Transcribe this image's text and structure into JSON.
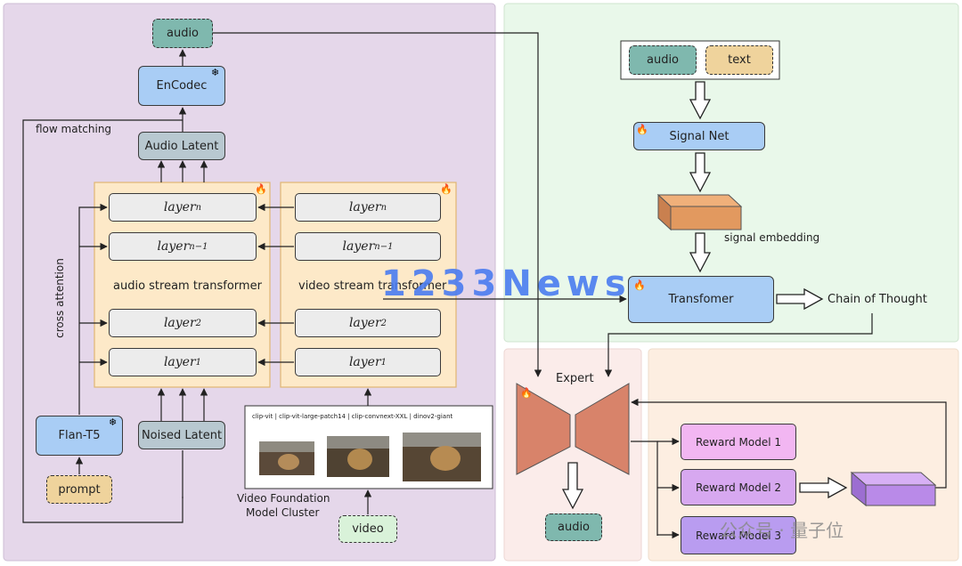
{
  "left_panel": {
    "audio_top": "audio",
    "encodec": "EnCodec",
    "flow_matching": "flow matching",
    "audio_latent": "Audio Latent",
    "cross_attention": "cross attention",
    "audio_stream": "audio stream transformer",
    "video_stream": "video stream transformer",
    "layer_word": "layer",
    "layer_subs": [
      "n",
      "n−1",
      "2",
      "1"
    ],
    "flan_t5": "Flan-T5",
    "noised_latent": "Noised Latent",
    "prompt": "prompt",
    "vfm_models": "clip-vit | clip-vit-large-patch14 | clip-convnext-XXL | dinov2-giant",
    "vfm_label_line1": "Video Foundation",
    "vfm_label_line2": "Model Cluster",
    "video": "video"
  },
  "right_panel": {
    "audio": "audio",
    "text": "text",
    "signal_net": "Signal Net",
    "signal_embedding": "signal embedding",
    "transformer": "Transfomer",
    "chain_of_thought": "Chain of Thought",
    "expert": "Expert",
    "audio_out": "audio",
    "reward_models": [
      "Reward Model 1",
      "Reward Model 2",
      "Reward Model 3"
    ]
  },
  "watermarks": {
    "center": "1233News",
    "corner": "公众号 · 量子位"
  },
  "icons": {
    "snowflake": "❄",
    "fire": "🔥"
  },
  "colors": {
    "left_bg": "#e5d7ea",
    "green_bg": "#e9f8ea",
    "pink_bg": "#fbecea",
    "orange_bg": "#fdeee1",
    "transformer_fill": "#fde9c8",
    "blue_box": "#a9cdf5",
    "expert_fill": "#d8836a",
    "watermark": "#4a7cf0"
  }
}
